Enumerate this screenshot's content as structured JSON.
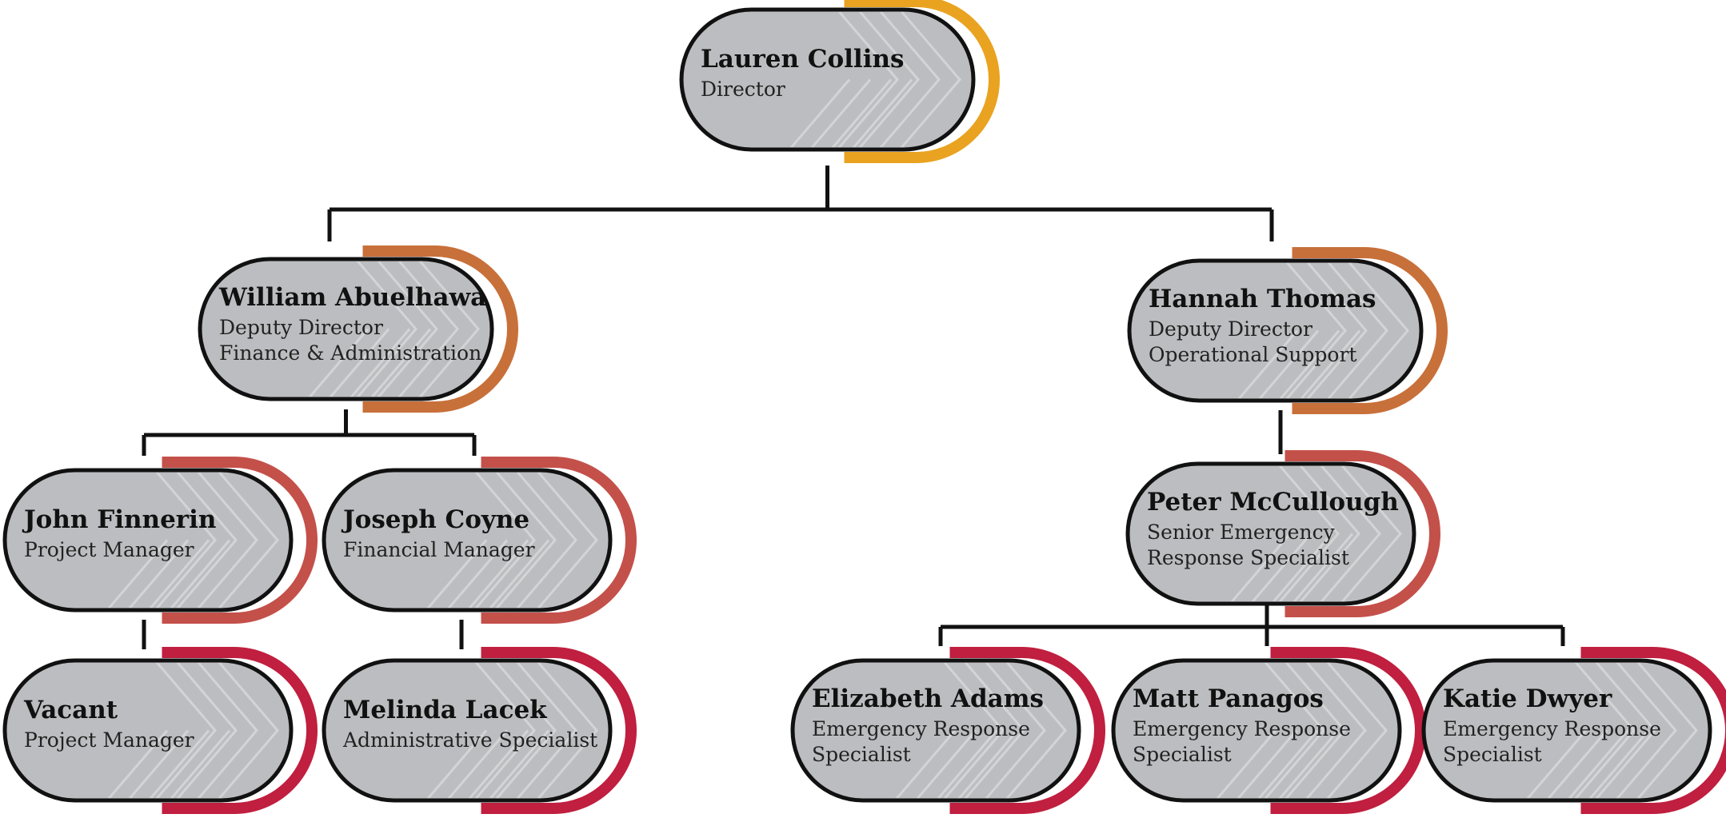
{
  "colors": {
    "director_accent": "#e9a320",
    "deputy_accent": "#c8703a",
    "manager_accent": "#c4504a",
    "staff_accent": "#c01f3f",
    "node_fill": "#bcbdc0",
    "line": "#111111"
  },
  "nodes": [
    {
      "id": "lauren-collins",
      "name": "Lauren Collins",
      "lines": [
        "Director"
      ],
      "accent": "director_accent"
    },
    {
      "id": "william-abuelhawa",
      "name": "William Abuelhawa",
      "lines": [
        "Deputy Director",
        "Finance & Administration"
      ],
      "accent": "deputy_accent"
    },
    {
      "id": "hannah-thomas",
      "name": "Hannah Thomas",
      "lines": [
        "Deputy Director",
        "Operational Support"
      ],
      "accent": "deputy_accent"
    },
    {
      "id": "john-finnerin",
      "name": "John Finnerin",
      "lines": [
        "Project Manager"
      ],
      "accent": "manager_accent"
    },
    {
      "id": "joseph-coyne",
      "name": "Joseph Coyne",
      "lines": [
        "Financial Manager"
      ],
      "accent": "manager_accent"
    },
    {
      "id": "peter-mccullough",
      "name": "Peter McCullough",
      "lines": [
        "Senior Emergency",
        "Response Specialist"
      ],
      "accent": "manager_accent"
    },
    {
      "id": "vacant",
      "name": "Vacant",
      "lines": [
        "Project Manager"
      ],
      "accent": "staff_accent"
    },
    {
      "id": "melinda-lacek",
      "name": "Melinda Lacek",
      "lines": [
        "Administrative Specialist"
      ],
      "accent": "staff_accent"
    },
    {
      "id": "elizabeth-adams",
      "name": "Elizabeth Adams",
      "lines": [
        "Emergency Response",
        "Specialist"
      ],
      "accent": "staff_accent"
    },
    {
      "id": "matt-panagos",
      "name": "Matt Panagos",
      "lines": [
        "Emergency Response",
        "Specialist"
      ],
      "accent": "staff_accent"
    },
    {
      "id": "katie-dwyer",
      "name": "Katie Dwyer",
      "lines": [
        "Emergency Response",
        "Specialist"
      ],
      "accent": "staff_accent"
    }
  ],
  "edges": [
    [
      "lauren-collins",
      "william-abuelhawa"
    ],
    [
      "lauren-collins",
      "hannah-thomas"
    ],
    [
      "william-abuelhawa",
      "john-finnerin"
    ],
    [
      "william-abuelhawa",
      "joseph-coyne"
    ],
    [
      "john-finnerin",
      "vacant"
    ],
    [
      "joseph-coyne",
      "melinda-lacek"
    ],
    [
      "hannah-thomas",
      "peter-mccullough"
    ],
    [
      "peter-mccullough",
      "elizabeth-adams"
    ],
    [
      "peter-mccullough",
      "matt-panagos"
    ],
    [
      "peter-mccullough",
      "katie-dwyer"
    ]
  ]
}
